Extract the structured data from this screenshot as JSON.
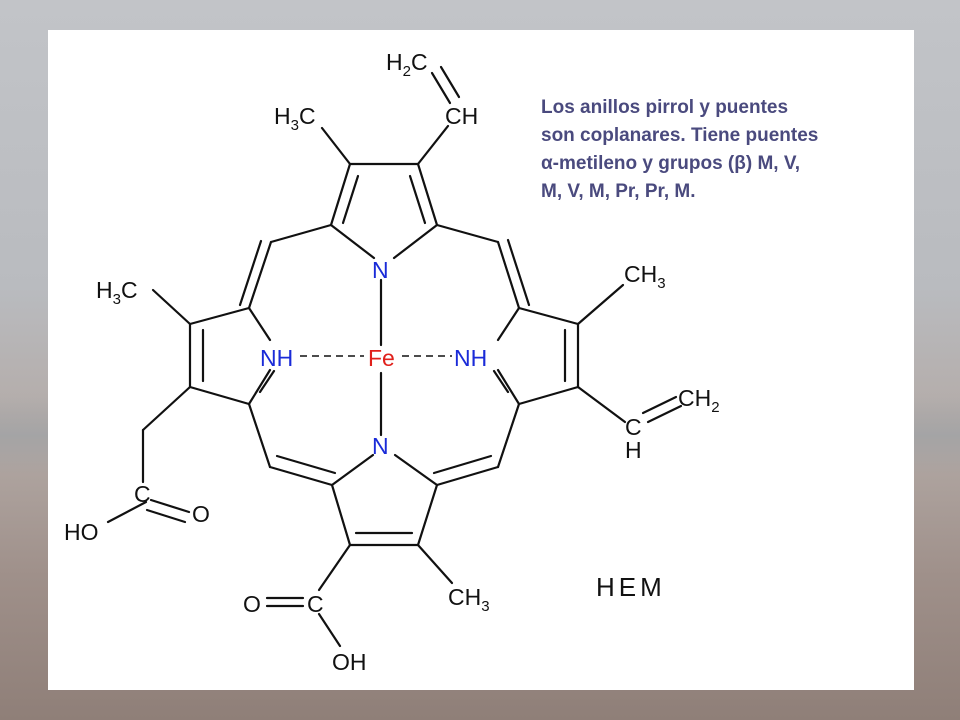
{
  "note": {
    "line1": "Los anillos pirrol y puentes",
    "line2": "son coplanares. Tiene puentes",
    "line3": "α-metileno y grupos (β) M, V,",
    "line4": "M, V, M, Pr, Pr, M."
  },
  "compound_name": "HEM",
  "atoms": {
    "fe": "Fe",
    "n_top": "N",
    "n_bottom": "N",
    "nh_left": "NH",
    "nh_right": "NH",
    "c_vinyl_bottom": "C",
    "h_vinyl_bottom": "H",
    "c_acid_left": "C",
    "o_acid_left": "O",
    "c_acid_bottom": "C",
    "o_acid_bottom": "O"
  },
  "groups": {
    "h2c_top": [
      "H",
      "2",
      "C"
    ],
    "ch_top": "CH",
    "h3c_top": [
      "H",
      "3",
      "C"
    ],
    "h3c_left": [
      "H",
      "3",
      "C"
    ],
    "ch3_right": [
      "CH",
      "3"
    ],
    "ch2_right": [
      "CH",
      "2"
    ],
    "ho_left": "HO",
    "ch3_bottom": [
      "CH",
      "3"
    ],
    "oh_bottom": "OH"
  },
  "colors": {
    "note_text": "#4a4a7e",
    "nitrogen": "#1a2bd8",
    "iron": "#e0201b",
    "bonds": "#111111"
  }
}
